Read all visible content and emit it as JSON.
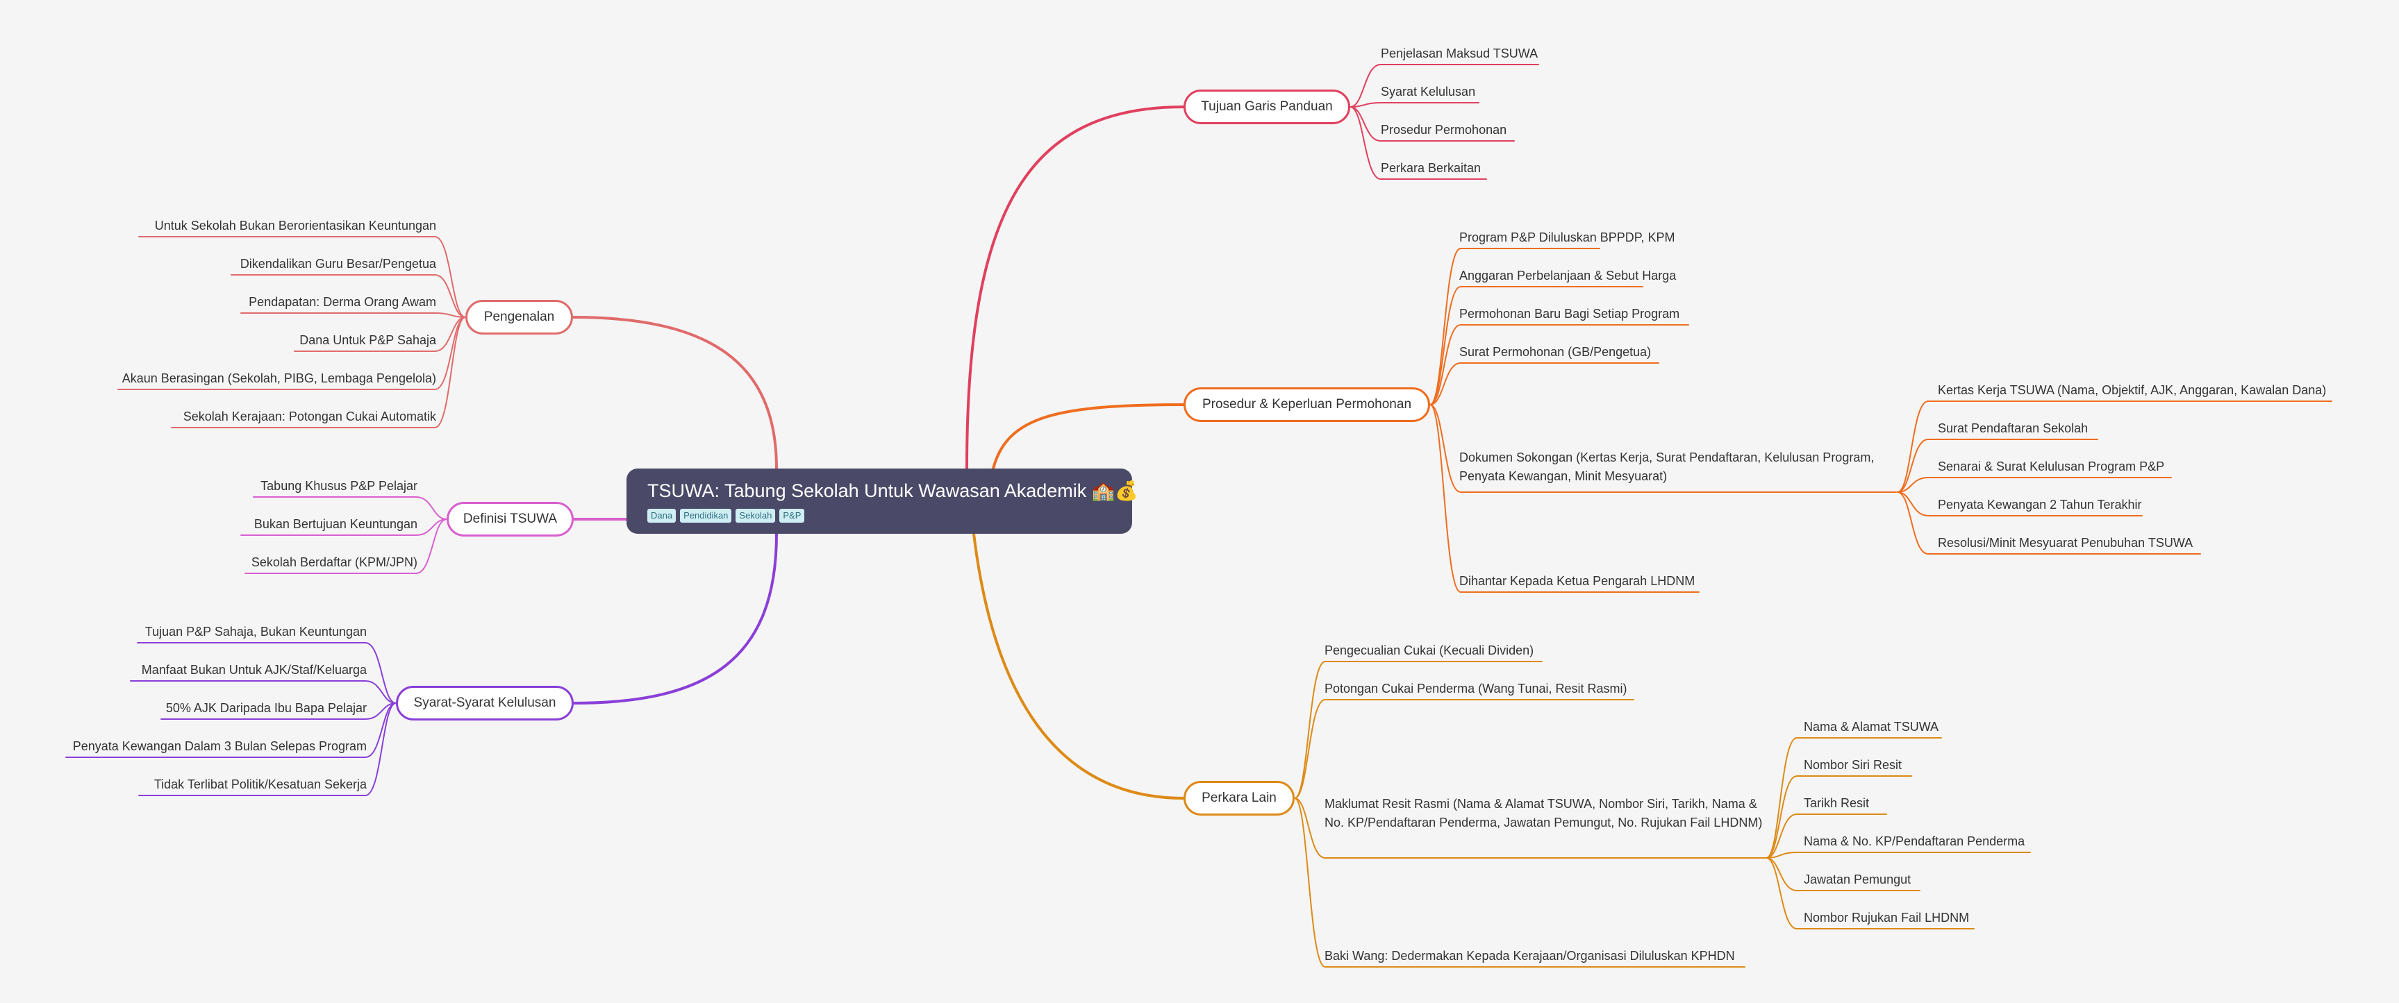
{
  "root": {
    "title": "TSUWA: Tabung Sekolah Untuk Wawasan Akademik 🏫💰",
    "tags": [
      "Dana",
      "Pendidikan",
      "Sekolah",
      "P&P"
    ]
  },
  "branches": [
    {
      "id": "tujuan",
      "label": "Tujuan Garis Panduan",
      "color": "#e0405e",
      "children": [
        {
          "label": "Penjelasan Maksud TSUWA"
        },
        {
          "label": "Syarat Kelulusan"
        },
        {
          "label": "Prosedur Permohonan"
        },
        {
          "label": "Perkara Berkaitan"
        }
      ]
    },
    {
      "id": "prosedur",
      "label": "Prosedur & Keperluan Permohonan",
      "color": "#ef6d1f",
      "children": [
        {
          "label": "Program P&P Diluluskan BPPDP, KPM"
        },
        {
          "label": "Anggaran Perbelanjaan & Sebut Harga"
        },
        {
          "label": "Permohonan Baru Bagi Setiap Program"
        },
        {
          "label": "Surat Permohonan (GB/Pengetua)"
        },
        {
          "label": "Dokumen Sokongan (Kertas Kerja, Surat Pendaftaran, Kelulusan Program, Penyata Kewangan, Minit Mesyuarat)",
          "children": [
            {
              "label": "Kertas Kerja TSUWA (Nama, Objektif, AJK, Anggaran, Kawalan Dana)"
            },
            {
              "label": "Surat Pendaftaran Sekolah"
            },
            {
              "label": "Senarai & Surat Kelulusan Program P&P"
            },
            {
              "label": "Penyata Kewangan 2 Tahun Terakhir"
            },
            {
              "label": "Resolusi/Minit Mesyuarat Penubuhan TSUWA"
            }
          ]
        },
        {
          "label": "Dihantar Kepada Ketua Pengarah LHDNM"
        }
      ]
    },
    {
      "id": "lain",
      "label": "Perkara Lain",
      "color": "#dd8a16",
      "children": [
        {
          "label": "Pengecualian Cukai (Kecuali Dividen)"
        },
        {
          "label": "Potongan Cukai Penderma (Wang Tunai, Resit Rasmi)"
        },
        {
          "label": "Maklumat Resit Rasmi (Nama & Alamat TSUWA, Nombor Siri, Tarikh, Nama & No. KP/Pendaftaran Penderma, Jawatan Pemungut, No. Rujukan Fail LHDNM)",
          "children": [
            {
              "label": "Nama & Alamat TSUWA"
            },
            {
              "label": "Nombor Siri Resit"
            },
            {
              "label": "Tarikh Resit"
            },
            {
              "label": "Nama & No. KP/Pendaftaran Penderma"
            },
            {
              "label": "Jawatan Pemungut"
            },
            {
              "label": "Nombor Rujukan Fail LHDNM"
            }
          ]
        },
        {
          "label": "Baki Wang: Dedermakan Kepada Kerajaan/Organisasi Diluluskan KPHDN"
        }
      ]
    },
    {
      "id": "pengenalan",
      "label": "Pengenalan",
      "color": "#e06b6b",
      "children": [
        {
          "label": "Untuk Sekolah Bukan Berorientasikan Keuntungan"
        },
        {
          "label": "Dikendalikan Guru Besar/Pengetua"
        },
        {
          "label": "Pendapatan: Derma Orang Awam"
        },
        {
          "label": "Dana Untuk P&P Sahaja"
        },
        {
          "label": "Akaun Berasingan (Sekolah, PIBG, Lembaga Pengelola)"
        },
        {
          "label": "Sekolah Kerajaan: Potongan Cukai Automatik"
        }
      ]
    },
    {
      "id": "definisi",
      "label": "Definisi TSUWA",
      "color": "#d95fcf",
      "children": [
        {
          "label": "Tabung Khusus P&P Pelajar"
        },
        {
          "label": "Bukan Bertujuan Keuntungan"
        },
        {
          "label": "Sekolah Berdaftar (KPM/JPN)"
        }
      ]
    },
    {
      "id": "syarat",
      "label": "Syarat-Syarat Kelulusan",
      "color": "#8a3fd8",
      "children": [
        {
          "label": "Tujuan P&P Sahaja, Bukan Keuntungan"
        },
        {
          "label": "Manfaat Bukan Untuk AJK/Staf/Keluarga"
        },
        {
          "label": "50% AJK Daripada Ibu Bapa Pelajar"
        },
        {
          "label": "Penyata Kewangan Dalam 3 Bulan Selepas Program"
        },
        {
          "label": "Tidak Terlibat Politik/Kesatuan Sekerja"
        }
      ]
    }
  ]
}
